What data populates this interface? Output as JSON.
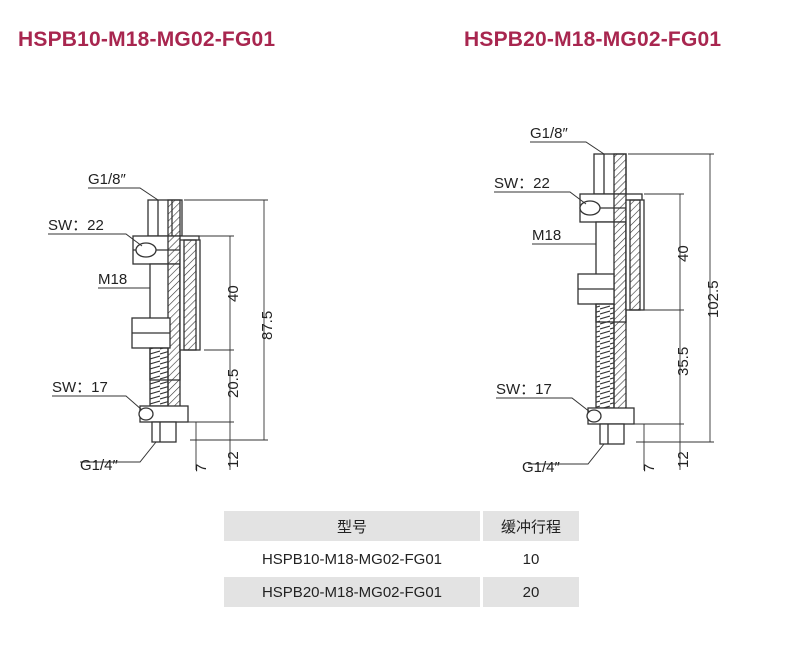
{
  "titles": {
    "left": "HSPB10-M18-MG02-FG01",
    "right": "HSPB20-M18-MG02-FG01"
  },
  "left_drawing": {
    "thread_top": "G1/8″",
    "sw_top": "SW：22",
    "thread_mid": "M18",
    "sw_bottom": "SW：17",
    "thread_bottom": "G1/4″",
    "dim_40": "40",
    "dim_87_5": "87.5",
    "dim_20_5": "20.5",
    "dim_7": "7",
    "dim_12": "12"
  },
  "right_drawing": {
    "thread_top": "G1/8″",
    "sw_top": "SW：22",
    "thread_mid": "M18",
    "sw_bottom": "SW：17",
    "thread_bottom": "G1/4″",
    "dim_40": "40",
    "dim_102_5": "102.5",
    "dim_35_5": "35.5",
    "dim_7": "7",
    "dim_12": "12"
  },
  "table": {
    "headers": [
      "型号",
      "缓冲行程"
    ],
    "rows": [
      [
        "HSPB10-M18-MG02-FG01",
        "10"
      ],
      [
        "HSPB20-M18-MG02-FG01",
        "20"
      ]
    ]
  }
}
